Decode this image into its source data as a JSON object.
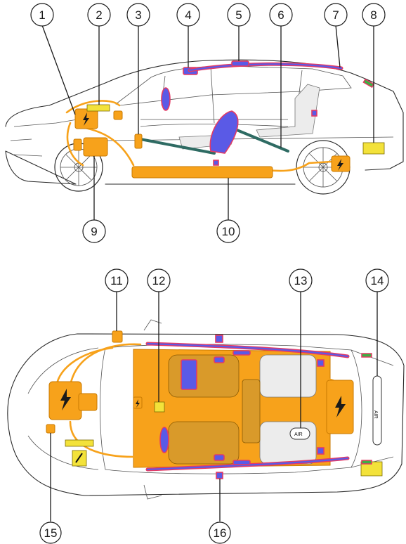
{
  "callouts": {
    "c1": "1",
    "c2": "2",
    "c3": "3",
    "c4": "4",
    "c5": "5",
    "c6": "6",
    "c7": "7",
    "c8": "8",
    "c9": "9",
    "c10": "10",
    "c11": "11",
    "c12": "12",
    "c13": "13",
    "c14": "14",
    "c15": "15",
    "c16": "16"
  },
  "labels": {
    "air_front": "AIR",
    "air_rear": "AIR"
  },
  "colors": {
    "high_voltage": "#f7a21b",
    "airbag": "#5a5ae6",
    "airbag_outline": "#e43a64",
    "yellow_unit": "#f3e23a",
    "reinforcement": "#2e6b63"
  },
  "icons": [
    "high-voltage-bolt-icon",
    "airbag-icon",
    "fuse-box-icon",
    "seatbelt-pretensioner-icon"
  ]
}
